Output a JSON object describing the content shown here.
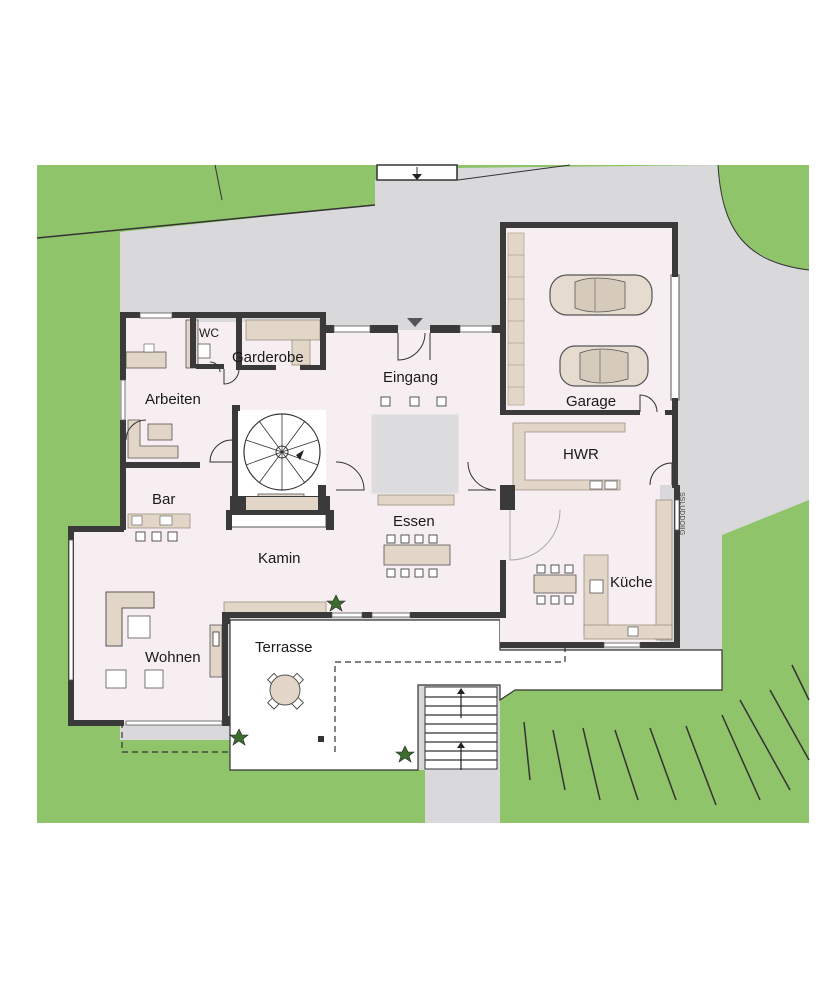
{
  "rooms": {
    "wc": "WC",
    "garderobe": "Garderobe",
    "eingang": "Eingang",
    "garage": "Garage",
    "arbeiten": "Arbeiten",
    "hwr": "HWR",
    "bar": "Bar",
    "essen": "Essen",
    "kamin": "Kamin",
    "kueche": "Küche",
    "terrasse": "Terrasse",
    "wohnen": "Wohnen"
  },
  "side_label": "SSLUDDOIIG",
  "colors": {
    "lawn": "#8fc46a",
    "paving": "#d9d9db",
    "floor": "#f7eef1",
    "wall": "#3a3a3a",
    "furniture": "#e2d6c8",
    "outline": "#555555"
  }
}
